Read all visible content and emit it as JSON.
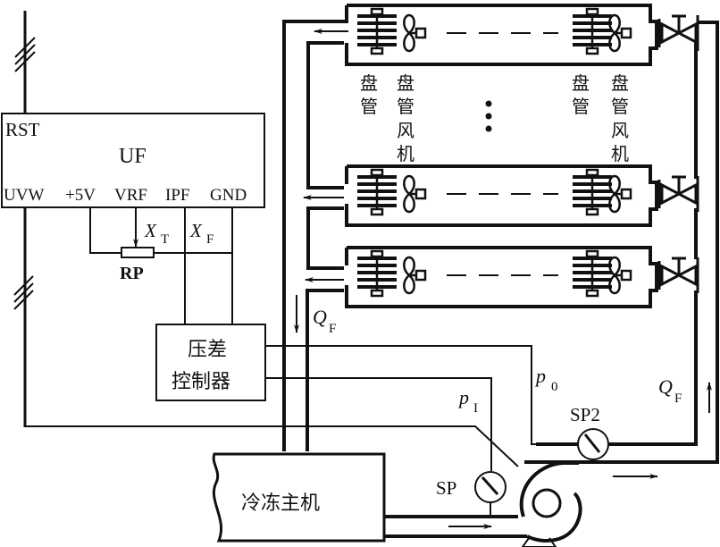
{
  "diagram": {
    "title": "",
    "colors": {
      "line": "#111111",
      "background": "#ffffff"
    },
    "inverter": {
      "name": "UF",
      "input_label": "RST",
      "terminals": [
        "UVW",
        "+5V",
        "VRF",
        "IPF",
        "GND"
      ]
    },
    "potentiometer": {
      "label": "RP"
    },
    "signals": {
      "setpoint": {
        "symbol": "X",
        "subscript": "T"
      },
      "feedback": {
        "symbol": "X",
        "subscript": "F"
      }
    },
    "controller": {
      "line1": "压差",
      "line2": "控制器"
    },
    "chiller": {
      "label": "冷冻主机"
    },
    "sensors": [
      {
        "label": "SP",
        "signal_symbol": "p",
        "signal_subscript": "I"
      },
      {
        "label": "SP2",
        "signal_symbol": "p",
        "signal_subscript": "0"
      }
    ],
    "flow": {
      "symbol": "Q",
      "subscript": "F"
    },
    "fan_coil_labels": {
      "coil": [
        "盘",
        "管"
      ],
      "fan": [
        "盘",
        "管",
        "风",
        "机"
      ]
    },
    "ellipsis": "⋮",
    "units": [
      {
        "name": "fan-coil-unit-1"
      },
      {
        "name": "fan-coil-unit-2"
      },
      {
        "name": "fan-coil-unit-3"
      }
    ]
  }
}
